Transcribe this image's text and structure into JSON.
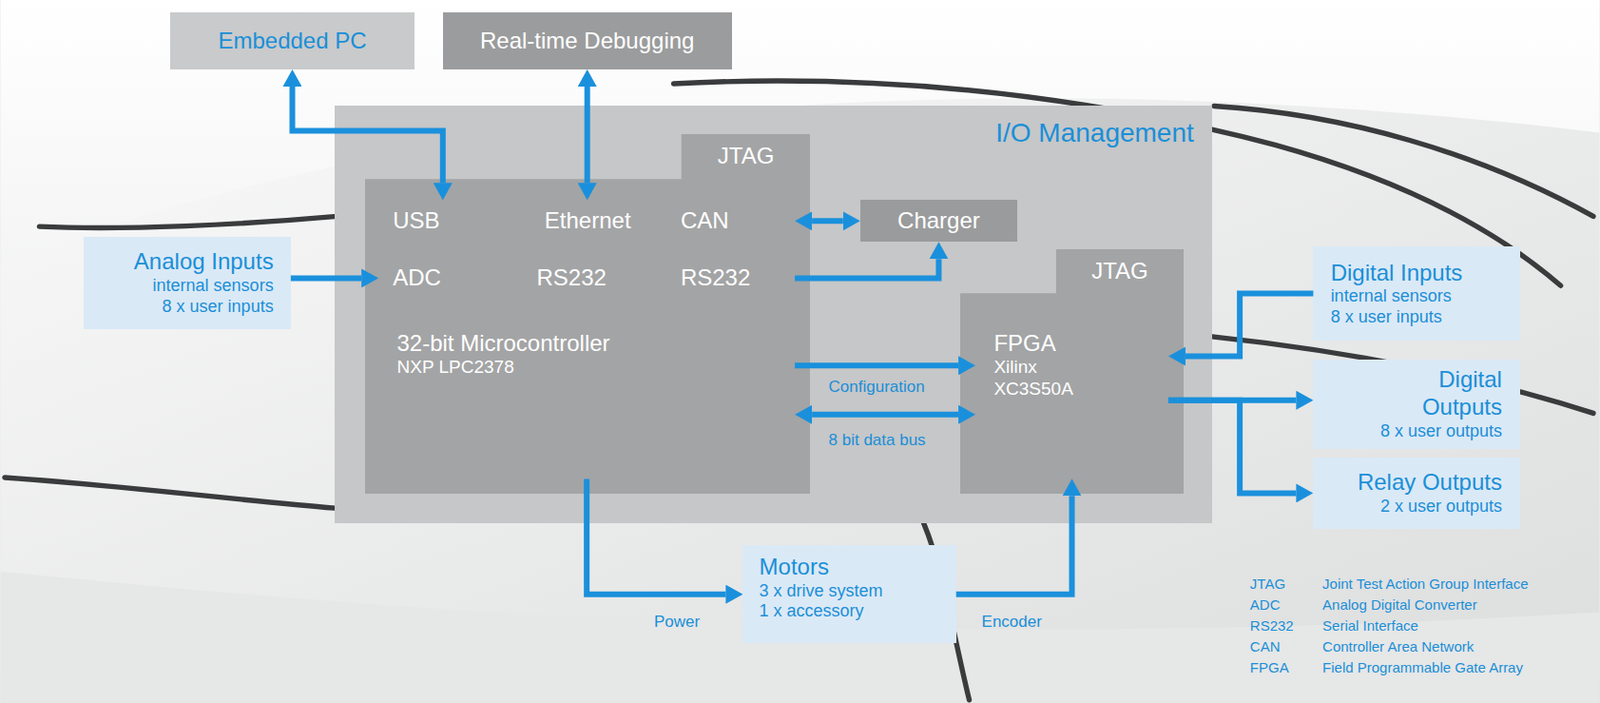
{
  "diagram": {
    "nodes": [
      {
        "text": [
          "Embedded PC"
        ]
      },
      {
        "text": [
          "Real-time Debugging"
        ]
      },
      {
        "text": [
          "I/O Management"
        ]
      },
      {
        "text": [
          "JTAG"
        ],
        "in": 2
      },
      {
        "text": [
          "USB"
        ],
        "in": 3
      },
      {
        "text": [
          "Ethernet"
        ],
        "in": 3
      },
      {
        "text": [
          "CAN"
        ],
        "in": 3
      },
      {
        "text": [
          "Charger"
        ],
        "in": 2
      },
      {
        "text": [
          "Analog Inputs",
          "internal sensors",
          "8 x user inputs"
        ]
      },
      {
        "text": [
          "ADC"
        ],
        "in": 3
      },
      {
        "text": [
          "RS232"
        ],
        "in": 3
      },
      {
        "text": [
          "RS232"
        ],
        "in": 3
      },
      {
        "text": [
          "JTAG"
        ],
        "in": 2
      },
      {
        "text": [
          "Digital Inputs",
          "internal sensors",
          "8 x user inputs"
        ]
      },
      {
        "text": [
          "32-bit Microcontroller",
          "NXP LPC2378"
        ],
        "in": 3
      },
      {
        "text": [
          "FPGA",
          "Xilinx XC3S50A"
        ],
        "in": 12
      },
      {
        "text": [
          "Digital Outputs",
          "8 x user outputs"
        ]
      },
      {
        "text": [
          "Relay Outputs",
          "2 x user outputs"
        ]
      },
      {
        "text": [
          "Motors",
          "3 x drive system",
          "1 x accessory"
        ]
      }
    ],
    "edges": [
      {
        "from": 4,
        "to": 0,
        "arrow": "both"
      },
      {
        "from": 5,
        "to": 1,
        "arrow": "both"
      },
      {
        "from": 6,
        "to": 7,
        "arrow": "both"
      },
      {
        "from": 11,
        "to": 7,
        "arrow": "to"
      },
      {
        "from": 8,
        "to": 9,
        "arrow": "to"
      },
      {
        "from": 14,
        "to": 15,
        "label": "Configuration",
        "arrow": "to"
      },
      {
        "from": 14,
        "to": 15,
        "label": "8 bit data bus",
        "arrow": "both"
      },
      {
        "from": 14,
        "to": 18,
        "label": "Power",
        "arrow": "to"
      },
      {
        "from": 18,
        "to": 15,
        "label": "Encoder",
        "arrow": "to"
      },
      {
        "from": 13,
        "to": 15,
        "arrow": "to"
      },
      {
        "from": 15,
        "to": 16,
        "arrow": "to"
      },
      {
        "from": 15,
        "to": 17,
        "arrow": "to"
      }
    ],
    "labels": [
      "JTAG",
      "Joint Test Action Group Interface",
      "ADC",
      "Analog Digital Converter",
      "RS232",
      "Serial Interface",
      "CAN",
      "Controller Area Network",
      "FPGA",
      "Field Programmable Gate Array"
    ]
  }
}
